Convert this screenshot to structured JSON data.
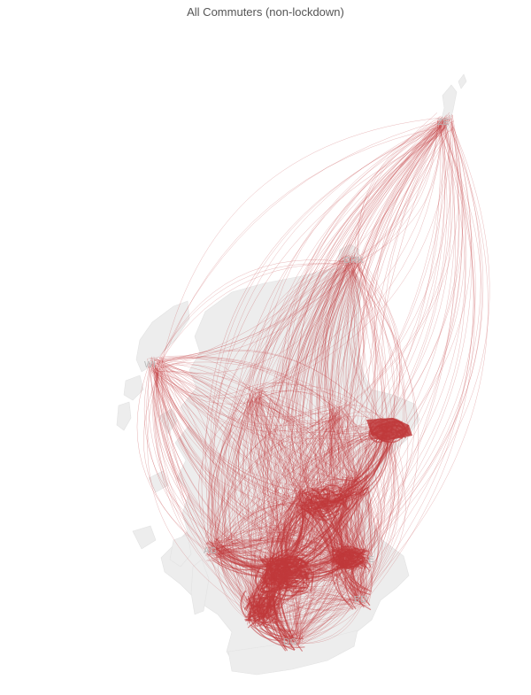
{
  "title": "All Commuters (non-lockdown)",
  "colors": {
    "flow": "#c0393b",
    "land": "#ededed",
    "label": "#b8b8b8"
  },
  "regions": [
    {
      "id": "zet",
      "code": "ZE"
    },
    {
      "id": "ork",
      "code": "ORK"
    },
    {
      "id": "wi",
      "code": "WI"
    },
    {
      "id": "hl",
      "code": ""
    },
    {
      "id": "mor",
      "code": ""
    },
    {
      "id": "abd",
      "code": ""
    },
    {
      "id": "ang",
      "code": ""
    },
    {
      "id": "fif",
      "code": ""
    },
    {
      "id": "ag",
      "code": "AG"
    },
    {
      "id": "glc",
      "code": ""
    },
    {
      "id": "edh",
      "code": ""
    },
    {
      "id": "lot",
      "code": "E"
    },
    {
      "id": "bor",
      "code": "BD"
    },
    {
      "id": "ayr",
      "code": ""
    },
    {
      "id": "dg",
      "code": "DG"
    }
  ]
}
